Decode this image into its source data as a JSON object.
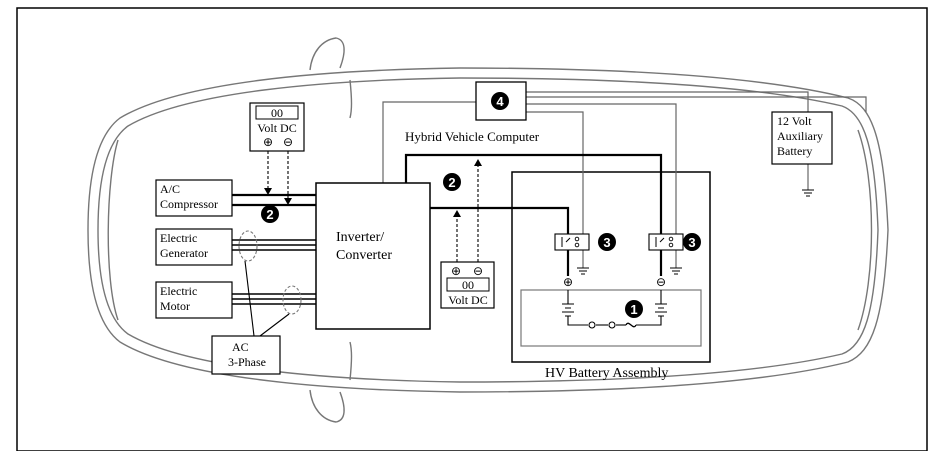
{
  "diagram": {
    "components": {
      "ac_compressor": [
        "A/C",
        "Compressor"
      ],
      "electric_generator": [
        "Electric",
        "Generator"
      ],
      "electric_motor": [
        "Electric",
        "Motor"
      ],
      "inverter": [
        "Inverter/",
        "Converter"
      ],
      "hybrid_computer": "Hybrid Vehicle Computer",
      "aux_battery": [
        "12 Volt",
        "Auxiliary",
        "Battery"
      ],
      "hv_battery_assembly": "HV Battery Assembly",
      "ac_three_phase": [
        "AC",
        "3-Phase"
      ]
    },
    "meters": {
      "top": {
        "display": "00",
        "label": "Volt DC",
        "plus": "⊕",
        "minus": "⊖"
      },
      "bottom": {
        "display": "00",
        "label": "Volt DC",
        "plus": "⊕",
        "minus": "⊖"
      }
    },
    "badges": {
      "one": "1",
      "two_left": "2",
      "two_mid": "2",
      "three_left": "3",
      "three_right": "3",
      "four": "4"
    },
    "terminals": {
      "positive": "⊕",
      "negative": "⊖"
    },
    "colors": {
      "line": "#000000",
      "thin_line": "#666666",
      "car_outline": "#777777",
      "background": "#ffffff"
    }
  }
}
